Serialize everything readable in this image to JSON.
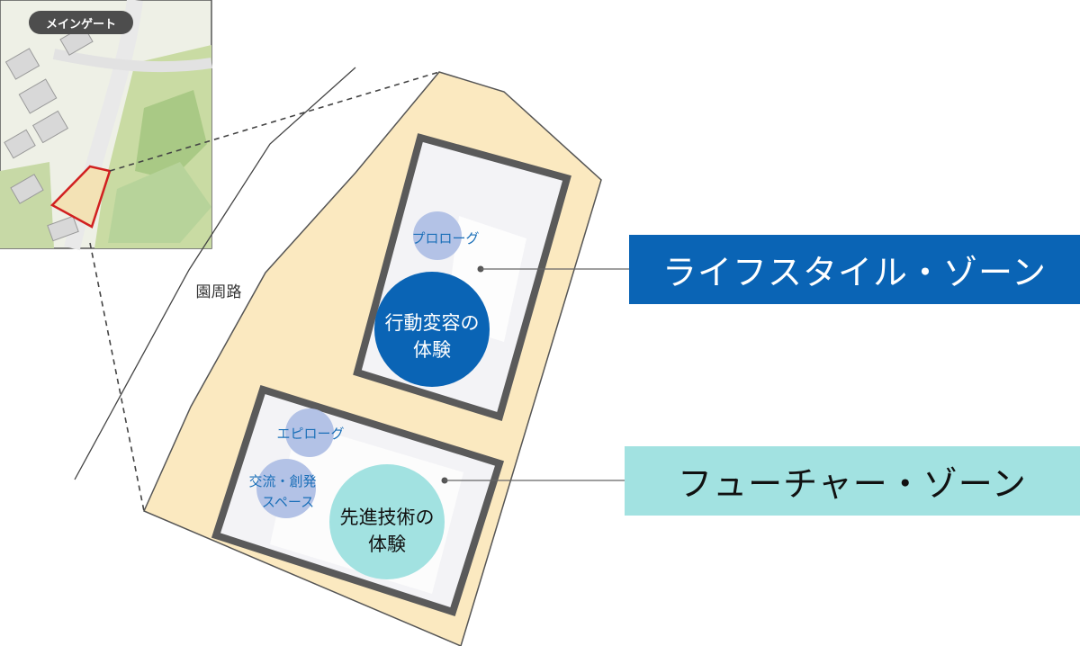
{
  "inset_map": {
    "badge": "メインゲート"
  },
  "road_label": "園周路",
  "zones": {
    "lifestyle": {
      "label": "ライフスタイル・ゾーン",
      "color": "#0a64b5",
      "prologue": "プロローグ",
      "main_line1": "行動変容の",
      "main_line2": "体験"
    },
    "future": {
      "label": "フューチャー・ゾーン",
      "color": "#a2e2e1",
      "epilogue": "エピローグ",
      "exchange_line1": "交流・創発",
      "exchange_line2": "スペース",
      "main_line1": "先進技術の",
      "main_line2": "体験"
    }
  },
  "colors": {
    "site_fill": "#fbe9c0",
    "wall": "#5a5a5a",
    "small_circle": "#b3c2e6",
    "text_blue": "#1a6fb8"
  }
}
